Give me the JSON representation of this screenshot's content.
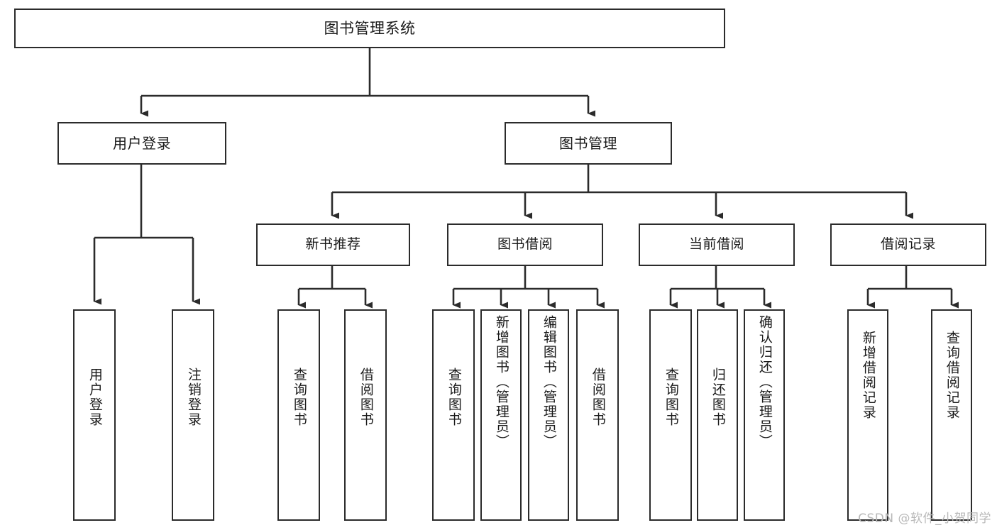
{
  "diagram": {
    "title": "图书管理系统",
    "type": "tree-hierarchy-chart",
    "watermark": "CSDN @软件_小贺同学",
    "colors": {
      "background": "#ffffff",
      "box_border": "#2b2b2b",
      "box_fill": "#ffffff",
      "text": "#1a1a1a",
      "connector": "#2b2b2b",
      "watermark": "#b8b8b8"
    },
    "root": {
      "label": "图书管理系统"
    },
    "level1": [
      {
        "label": "用户登录"
      },
      {
        "label": "图书管理"
      }
    ],
    "level2": [
      {
        "label": "新书推荐"
      },
      {
        "label": "图书借阅"
      },
      {
        "label": "当前借阅"
      },
      {
        "label": "借阅记录"
      }
    ],
    "leaves": {
      "user_login": [
        {
          "label": "用户登录"
        },
        {
          "label": "注销登录"
        }
      ],
      "new_book_recommend": [
        {
          "label": "查询图书"
        },
        {
          "label": "借阅图书"
        }
      ],
      "book_borrow": [
        {
          "label": "查询图书"
        },
        {
          "label": "新增图书（管理员）"
        },
        {
          "label": "编辑图书（管理员）"
        },
        {
          "label": "借阅图书"
        }
      ],
      "current_borrow": [
        {
          "label": "查询图书"
        },
        {
          "label": "归还图书"
        },
        {
          "label": "确认归还（管理员）"
        }
      ],
      "borrow_record": [
        {
          "label": "新增借阅记录"
        },
        {
          "label": "查询借阅记录"
        }
      ]
    }
  }
}
